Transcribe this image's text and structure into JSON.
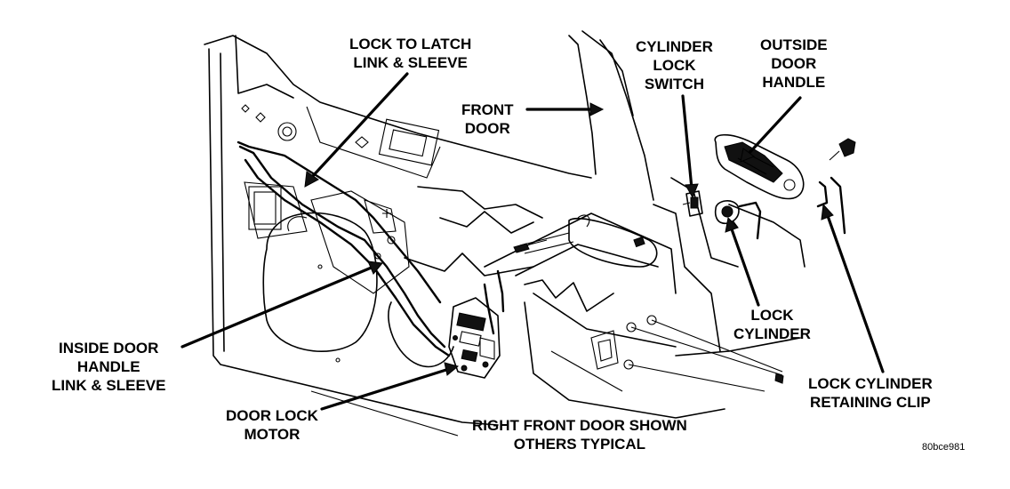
{
  "labels": {
    "lock_to_latch": [
      "LOCK TO LATCH",
      "LINK & SLEEVE"
    ],
    "front_door": [
      "FRONT",
      "DOOR"
    ],
    "cylinder_lock_switch": [
      "CYLINDER",
      "LOCK",
      "SWITCH"
    ],
    "outside_door_handle": [
      "OUTSIDE",
      "DOOR",
      "HANDLE"
    ],
    "inside_door_handle": [
      "INSIDE DOOR",
      "HANDLE",
      "LINK & SLEEVE"
    ],
    "lock_cylinder": [
      "LOCK",
      "CYLINDER"
    ],
    "lock_cylinder_retaining_clip": [
      "LOCK CYLINDER",
      "RETAINING CLIP"
    ],
    "door_lock_motor": [
      "DOOR LOCK",
      "MOTOR"
    ],
    "caption": [
      "RIGHT FRONT DOOR SHOWN",
      "OTHERS TYPICAL"
    ]
  },
  "figure_code": "80bce981"
}
